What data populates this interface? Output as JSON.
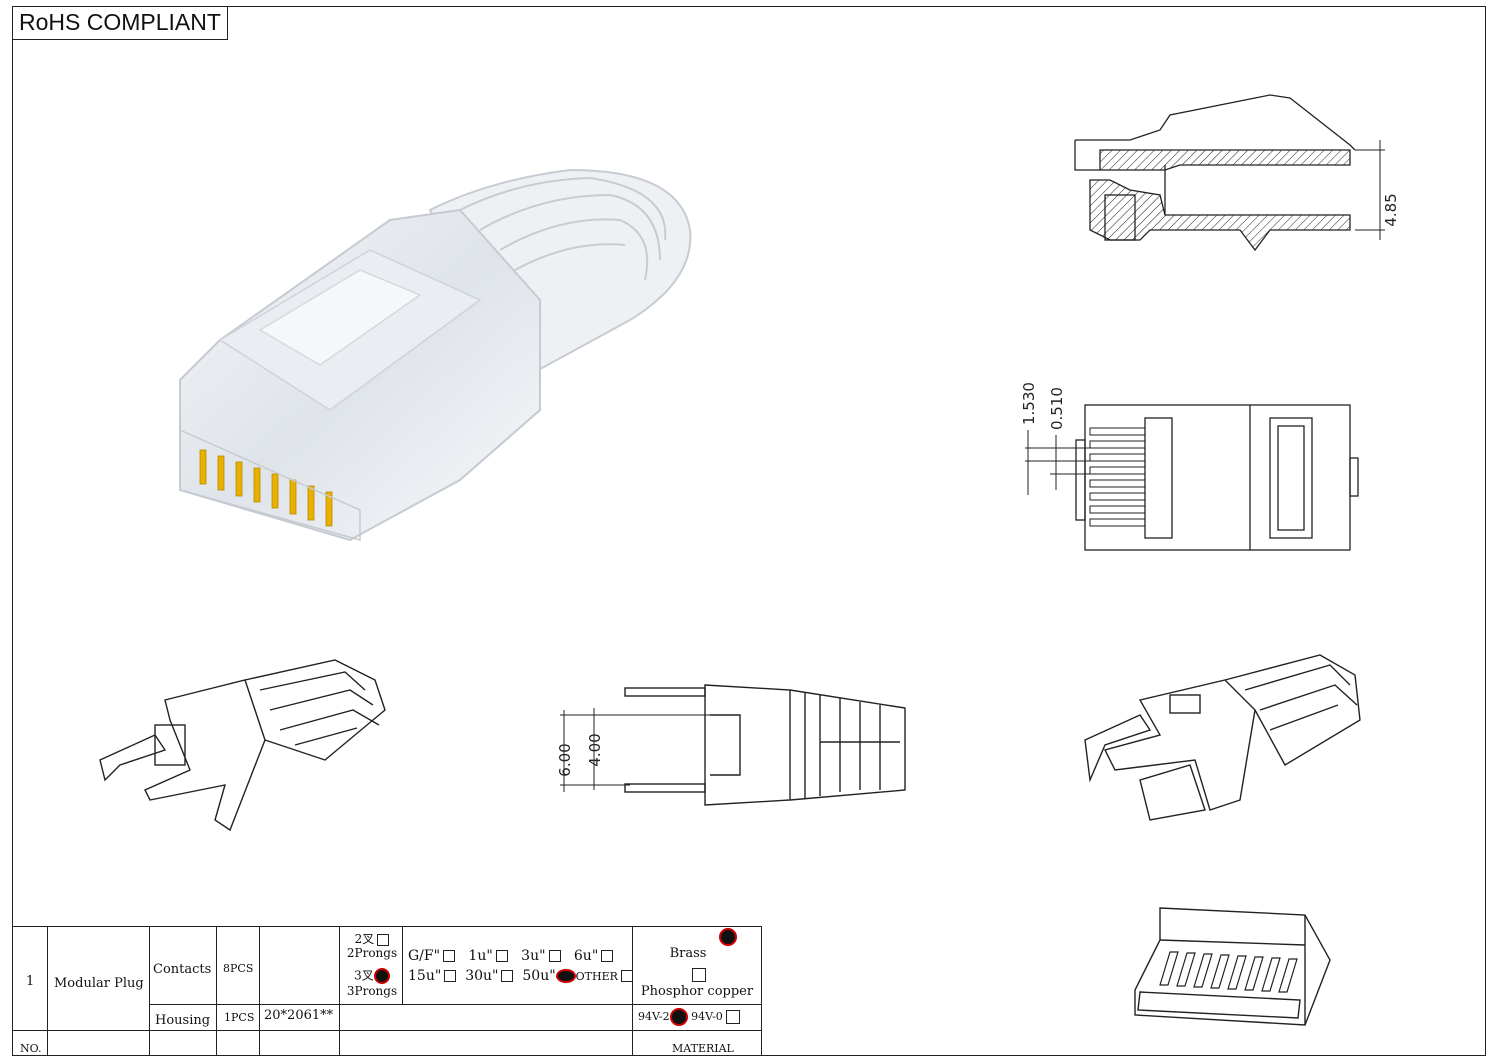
{
  "header": {
    "rohs_label": "RoHS COMPLIANT"
  },
  "dimensions": {
    "side_height": "4.85",
    "pitch_outer": "1.530",
    "pitch_inner": "0.510",
    "boot_outer": "6.00",
    "boot_inner": "4.00"
  },
  "title_block": {
    "row_no": "1",
    "part_name": "Modular Plug",
    "contacts_label": "Contacts",
    "contacts_qty": "8PCS",
    "housing_label": "Housing",
    "housing_qty": "1PCS",
    "housing_code": "20*2061**",
    "prongs_2_top": "2叉",
    "prongs_2_bottom": "2Prongs",
    "prongs_3_top": "3叉",
    "prongs_3_bottom": "3Prongs",
    "plating_gf": "G/F\"",
    "plating_1u": "1u\"",
    "plating_3u": "3u\"",
    "plating_6u": "6u\"",
    "plating_15u": "15u\"",
    "plating_30u": "30u\"",
    "plating_50u": "50u\"",
    "plating_other": "OTHER",
    "material_brass": "Brass",
    "material_phosphor": "Phosphor copper",
    "flame_v2": "94V-2",
    "flame_v0": "94V-0",
    "footer_no": "NO.",
    "footer_material": "MATERIAL"
  },
  "colors": {
    "line": "#222222",
    "mark": "#111111",
    "mark_ring": "#cc0000",
    "contact_gold": "#e8b000"
  }
}
